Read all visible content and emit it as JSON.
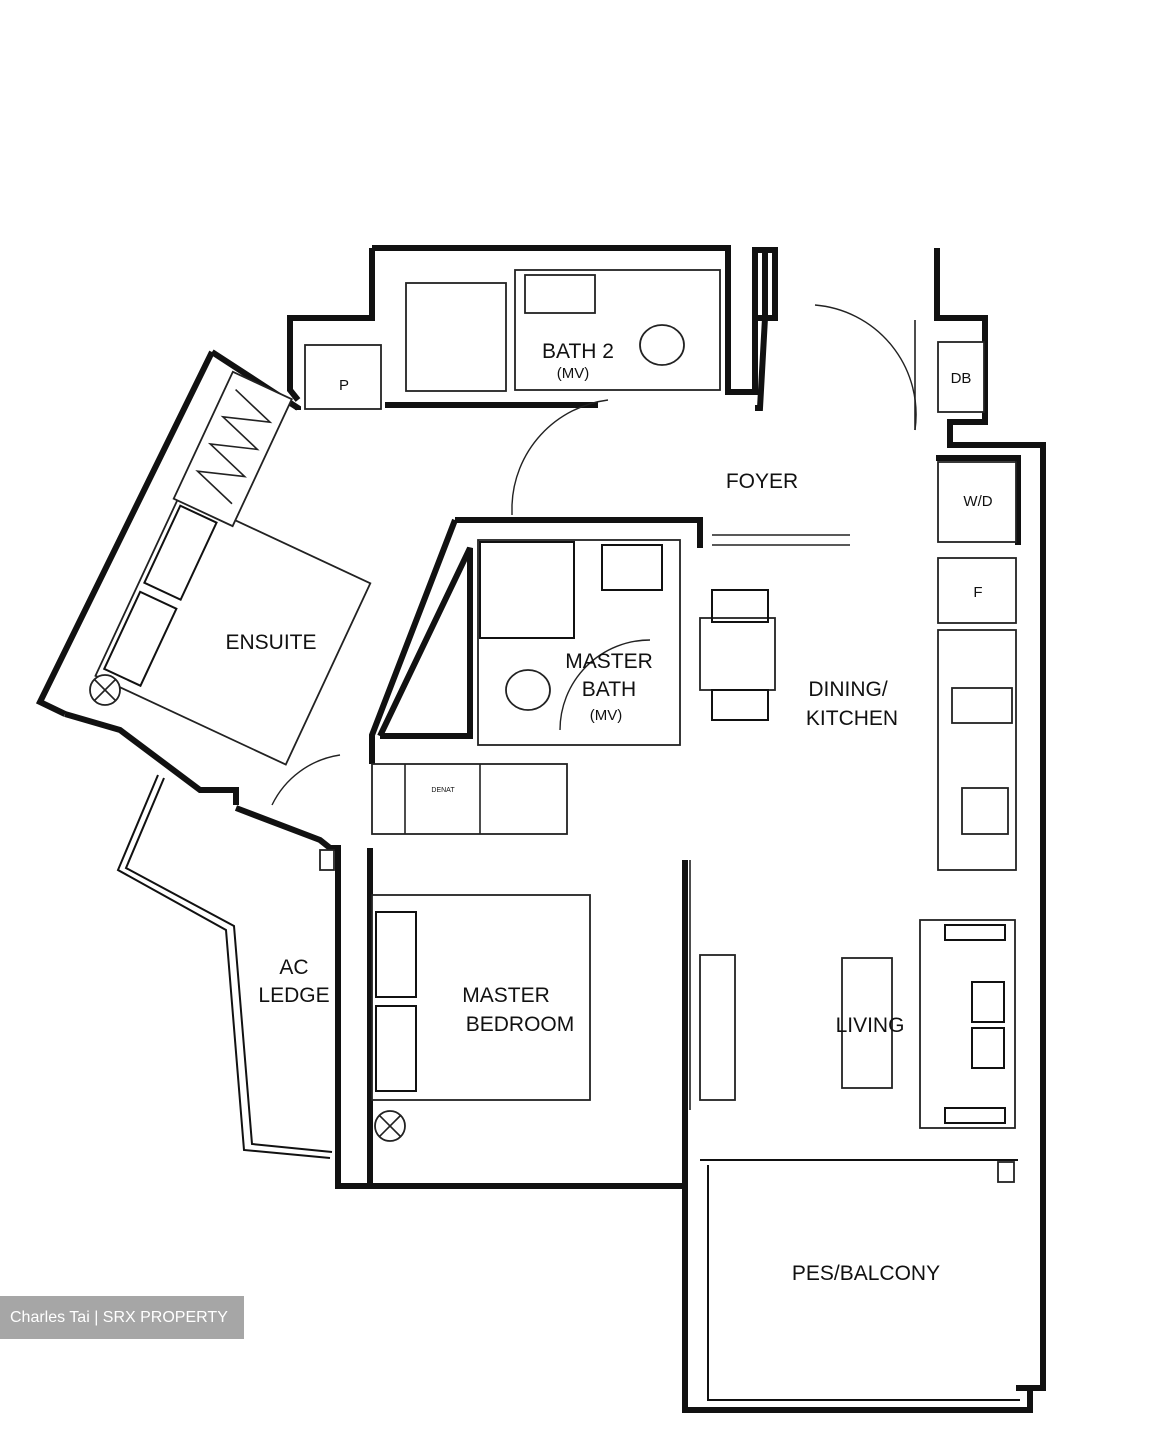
{
  "rooms": {
    "bath2": "BATH 2",
    "bath2_sub": "(MV)",
    "foyer": "FOYER",
    "ensuite": "ENSUITE",
    "master_bath_line1": "MASTER",
    "master_bath_line2": "BATH",
    "master_bath_sub": "(MV)",
    "dining_line1": "DINING/",
    "dining_line2": "KITCHEN",
    "ac_ledge_line1": "AC",
    "ac_ledge_line2": "LEDGE",
    "master_bedroom_line1": "MASTER",
    "master_bedroom_line2": "BEDROOM",
    "living": "LIVING",
    "balcony": "PES/BALCONY",
    "store": "DENAT"
  },
  "markers": {
    "p": "P",
    "db": "DB",
    "wd": "W/D",
    "f": "F"
  },
  "watermark": "Charles Tai | SRX PROPERTY"
}
